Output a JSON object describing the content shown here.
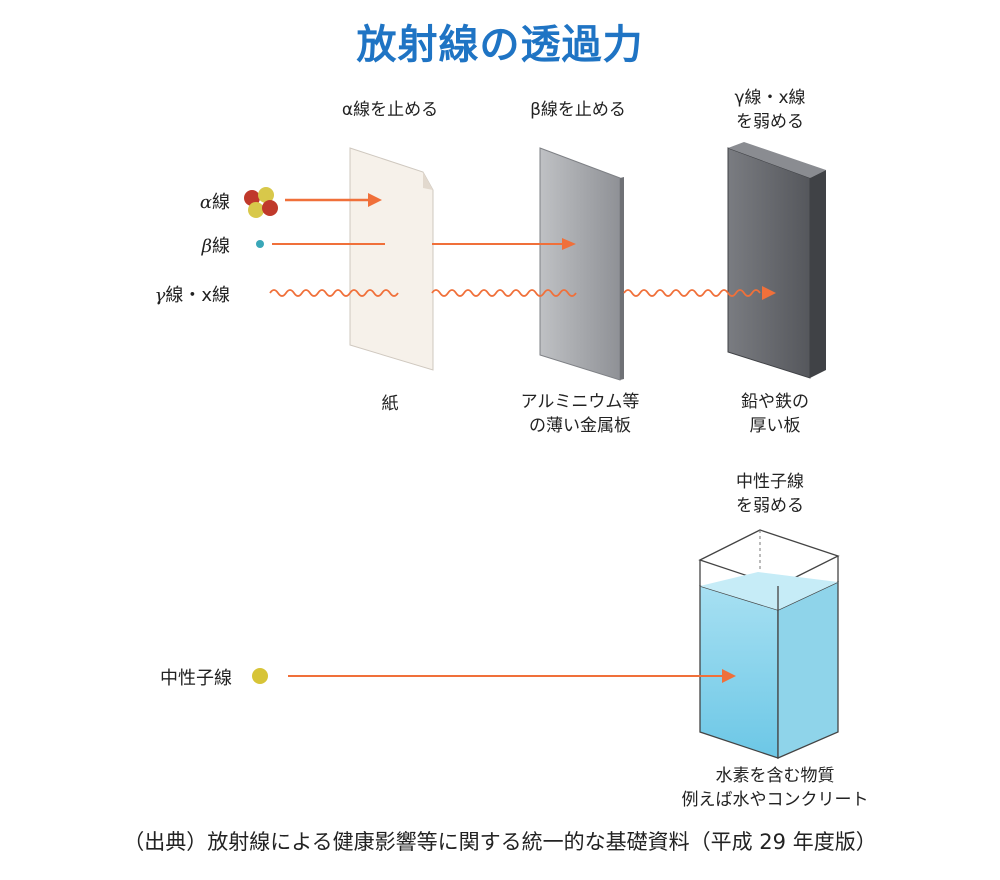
{
  "title": "放射線の透過力",
  "rays": {
    "alpha": {
      "greek": "α",
      "label": "線"
    },
    "beta": {
      "greek": "β",
      "label": "線"
    },
    "gamma": {
      "greek": "γ",
      "label": "線・x線"
    },
    "neutron": {
      "label": "中性子線"
    }
  },
  "barriers": {
    "paper": {
      "top_label": "α線を止める",
      "bottom_label": "紙"
    },
    "aluminum": {
      "top_label": "β線を止める",
      "bottom_line1": "アルミニウム等",
      "bottom_line2": "の薄い金属板"
    },
    "lead": {
      "top_line1": "γ線・x線",
      "top_line2": "を弱める",
      "bottom_line1": "鉛や鉄の",
      "bottom_line2": "厚い板"
    },
    "water": {
      "top_line1": "中性子線",
      "top_line2": "を弱める",
      "bottom_line1": "水素を含む物質",
      "bottom_line2": "例えば水やコンクリート"
    }
  },
  "source": "（出典）放射線による健康影響等に関する統一的な基礎資料（平成 29 年度版）",
  "colors": {
    "title": "#1f74c4",
    "arrow": "#f0703a",
    "paper": "#f6f1ea",
    "aluminum": "#a7a9ad",
    "lead": "#67696e",
    "water": "#7fd0ea",
    "alpha_red": "#c0392b",
    "alpha_yellow": "#d8c84a",
    "beta_dot": "#3aa7b8",
    "neutron_dot": "#d7c437"
  }
}
